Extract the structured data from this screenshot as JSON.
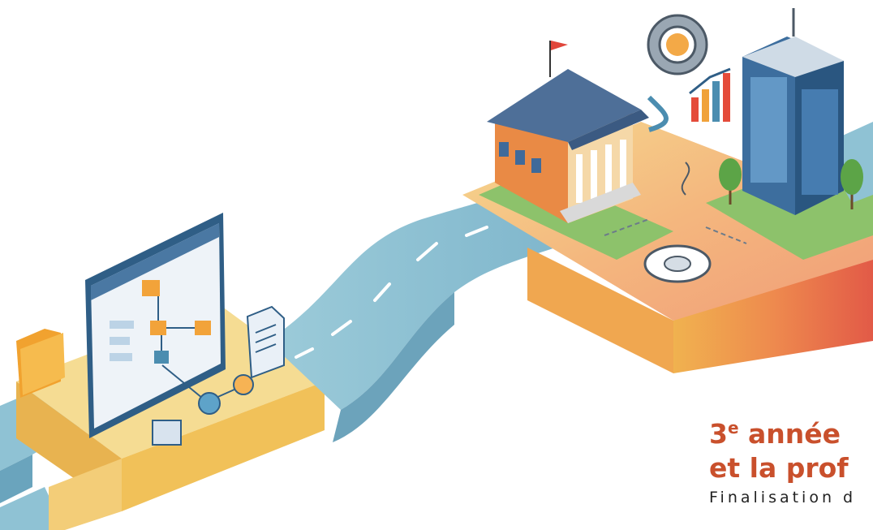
{
  "caption": {
    "line1_num": "3",
    "line1_sup": "e",
    "line1_rest": " année",
    "line2": "et la prof",
    "subtitle": "Finalisation   d"
  },
  "colors": {
    "accent": "#c9502c",
    "road": "#8fc4d6",
    "platform_yellow": "#f3d07a",
    "platform_orange": "#f2a468",
    "platform_red": "#e5624a",
    "grass": "#8dc26b"
  },
  "icons": [
    "folder-icon",
    "flowchart-window-icon",
    "document-icon",
    "gear-icon",
    "university-building-icon",
    "office-tower-icon",
    "bar-chart-icon",
    "flag-icon",
    "tree-icon"
  ]
}
